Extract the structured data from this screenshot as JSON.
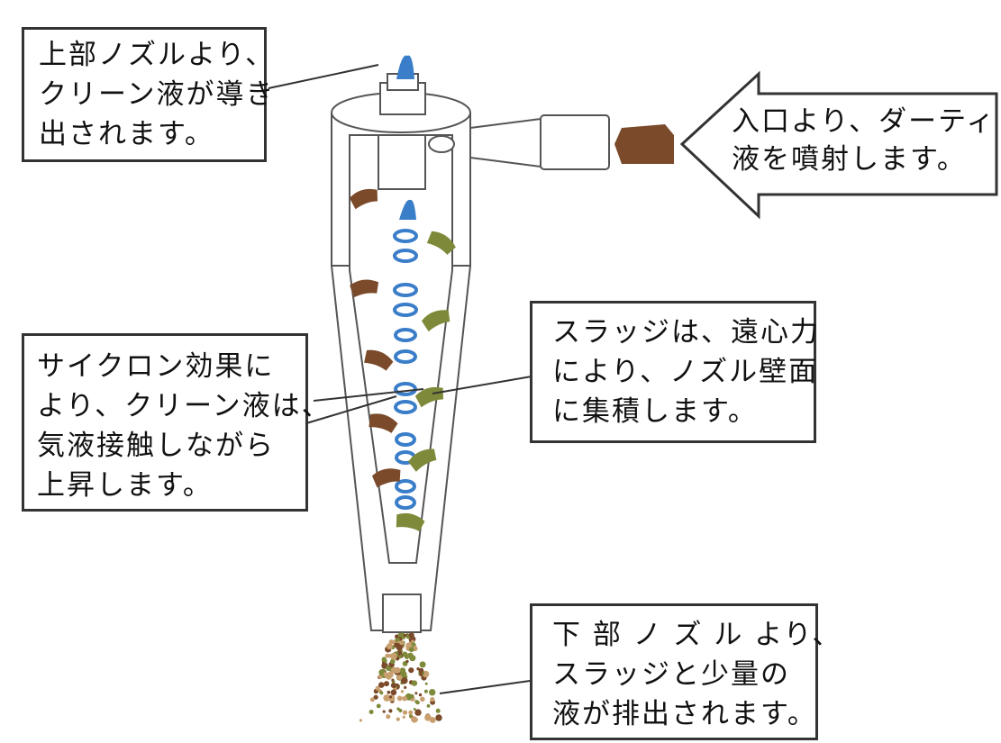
{
  "callouts": {
    "top_nozzle": {
      "lines": [
        "上部ノズルより、",
        "クリーン液が導き",
        "出されます。"
      ]
    },
    "inlet": {
      "lines": [
        "入口より、ダーティ",
        "液を噴射します。"
      ]
    },
    "cyclone": {
      "lines": [
        "サイクロン効果に",
        "より、クリーン液は、",
        "気液接触しながら",
        "上昇します。"
      ]
    },
    "sludge": {
      "lines": [
        "スラッジは、遠心力",
        "により、ノズル壁面",
        "に集積します。"
      ]
    },
    "bottom_nozzle": {
      "lines": [
        "下 部 ノ ズ ル より、",
        "スラッジと少量の",
        "液が排出されます。"
      ]
    }
  },
  "colors": {
    "clean": "#3a7dc9",
    "dirty": "#7a4a2a",
    "sludge_green": "#7e8a3a",
    "outline": "#444444"
  }
}
